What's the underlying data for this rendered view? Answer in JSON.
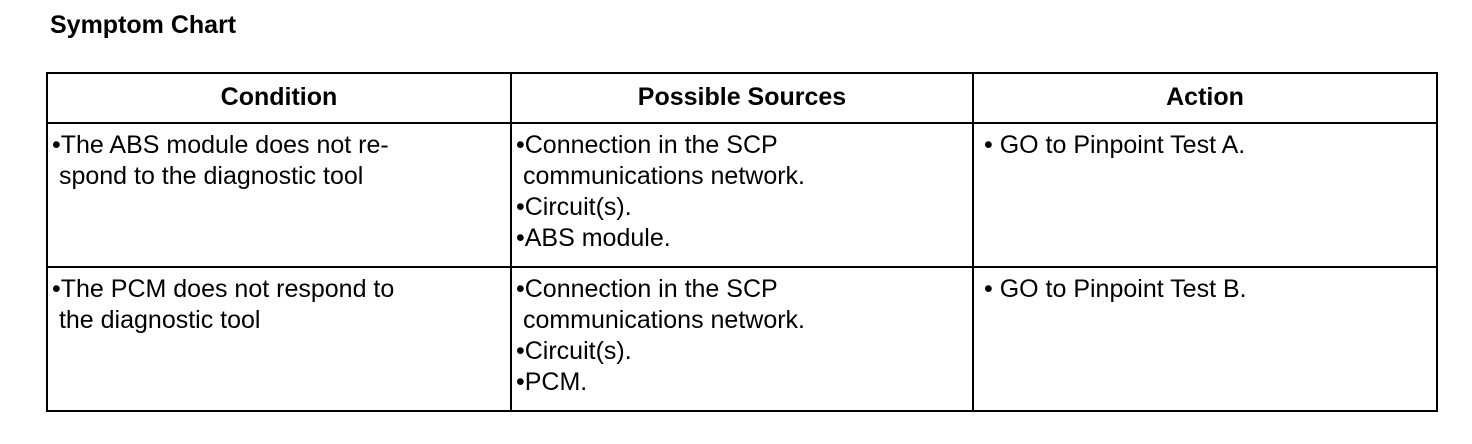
{
  "document": {
    "title": "Symptom Chart"
  },
  "table": {
    "headers": [
      "Condition",
      "Possible Sources",
      "Action"
    ],
    "rows": [
      {
        "condition": [
          "•The ABS module does not re-",
          " spond to the diagnostic tool"
        ],
        "sources": [
          "•Connection in the SCP",
          " communications network.",
          "•Circuit(s).",
          "•ABS module."
        ],
        "action": "• GO to Pinpoint Test A."
      },
      {
        "condition": [
          "•The PCM does not respond to",
          " the diagnostic tool"
        ],
        "sources": [
          "•Connection in the SCP",
          " communications network.",
          "•Circuit(s).",
          "•PCM."
        ],
        "action": "• GO to Pinpoint Test B."
      }
    ]
  }
}
